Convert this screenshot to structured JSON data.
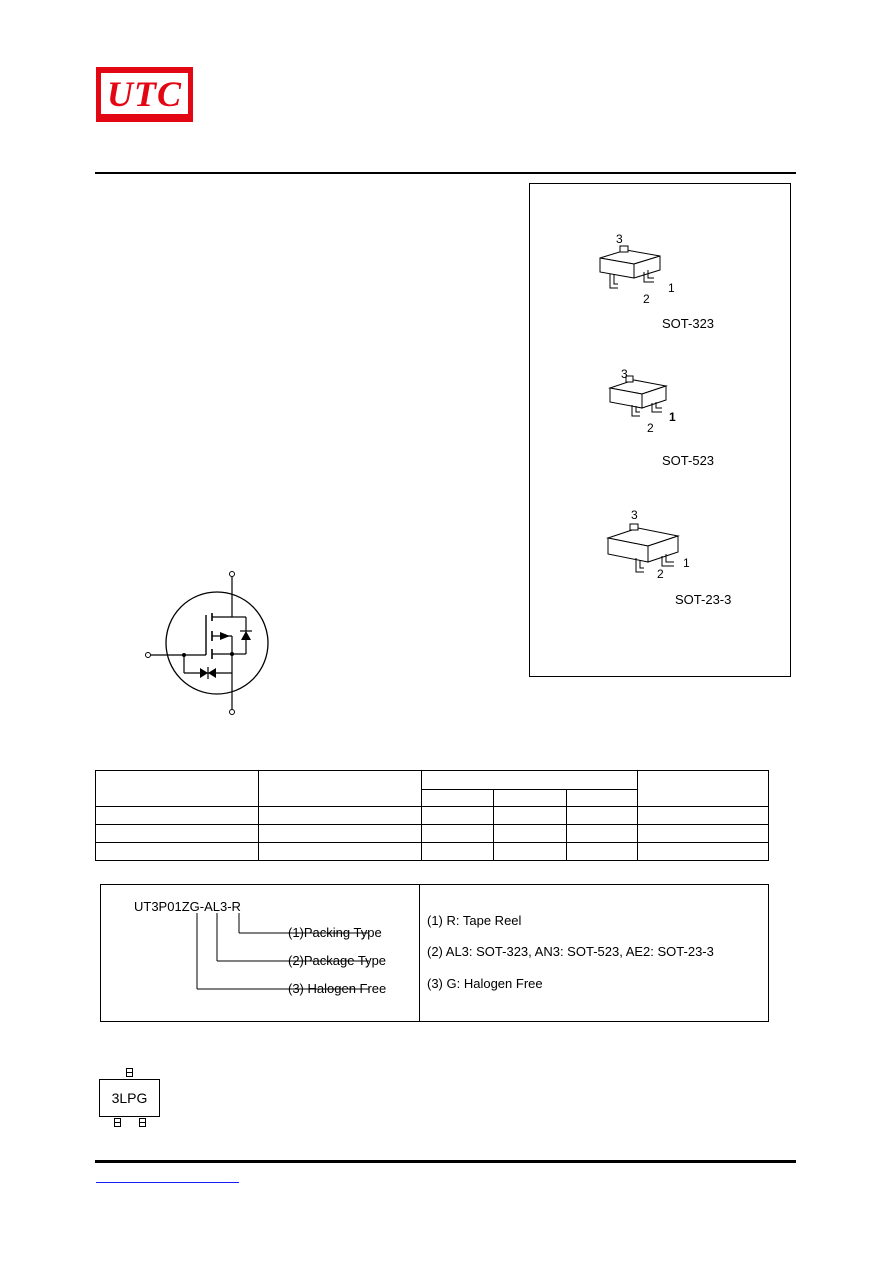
{
  "logo": {
    "text": "UTC",
    "color": "#e30613"
  },
  "packages": [
    {
      "name": "SOT-323",
      "pins": [
        "3",
        "2",
        "1"
      ]
    },
    {
      "name": "SOT-523",
      "pins": [
        "3",
        "2",
        "1"
      ]
    },
    {
      "name": "SOT-23-3",
      "pins": [
        "3",
        "2",
        "1"
      ]
    }
  ],
  "ordering": {
    "part_number": "UT3P01ZG-AL3-R",
    "notes": [
      "(1)Packing Type",
      "(2)Package Type",
      "(3) Halogen Free"
    ],
    "definitions": [
      "(1) R: Tape Reel",
      "(2) AL3: SOT-323, AN3: SOT-523, AE2: SOT-23-3",
      "(3) G: Halogen Free"
    ]
  },
  "marking": {
    "code": "3LPG"
  },
  "colors": {
    "link": "#1a1aff",
    "rule": "#000000"
  }
}
